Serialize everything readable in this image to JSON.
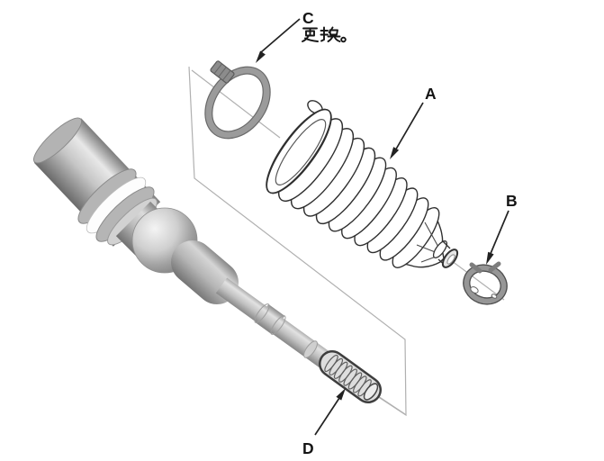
{
  "callouts": {
    "a": {
      "label": "A"
    },
    "b": {
      "label": "B"
    },
    "c": {
      "label": "C",
      "note": "更换。"
    },
    "d": {
      "label": "D"
    }
  },
  "colors": {
    "background": "#ffffff",
    "label_text": "#141414",
    "arrow_line": "#222222",
    "part_outline": "#2f2f2f",
    "construction_line": "#b0b0b0",
    "metal_gray": "#b9b9b9"
  }
}
